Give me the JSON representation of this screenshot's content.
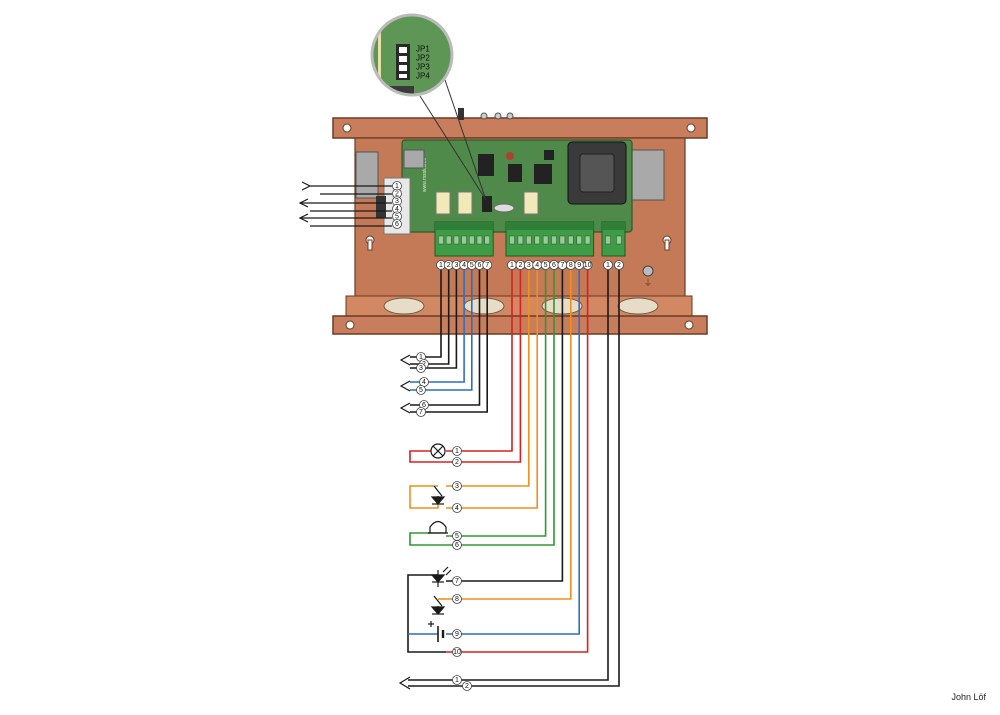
{
  "credit": "John Löf",
  "url_text": "www.mssleizetr",
  "jumpers": [
    "JP1",
    "JP2",
    "JP3",
    "JP4"
  ],
  "left_terminal_numbers": [
    "1",
    "2",
    "3",
    "4",
    "5",
    "6"
  ],
  "block_a_numbers": [
    "1",
    "2",
    "3",
    "4",
    "5",
    "6",
    "7"
  ],
  "block_b_numbers": [
    "1",
    "2",
    "3",
    "4",
    "5",
    "6",
    "7",
    "8",
    "9",
    "10"
  ],
  "block_c_numbers": [
    "1",
    "2"
  ],
  "input_labels": [
    "1",
    "2",
    "3",
    "4",
    "5",
    "6",
    "7"
  ],
  "lamp_labels": [
    "1",
    "2"
  ],
  "button1_labels": [
    "3",
    "4"
  ],
  "horn_labels": [
    "5",
    "6"
  ],
  "led_labels": [
    "7"
  ],
  "button2_labels": [
    "8"
  ],
  "battery_labels": [
    "9",
    "10"
  ],
  "power_labels": [
    "1",
    "2"
  ],
  "colors": {
    "box": "#c87e5c",
    "box_dark": "#8f4f34",
    "pcb": "#4f8a4a",
    "terminal": "#3e9b46",
    "red": "#d92020",
    "orange": "#f0901a",
    "green": "#2e9a2e",
    "blue": "#2b6fc4",
    "black": "#1a1a1a"
  }
}
